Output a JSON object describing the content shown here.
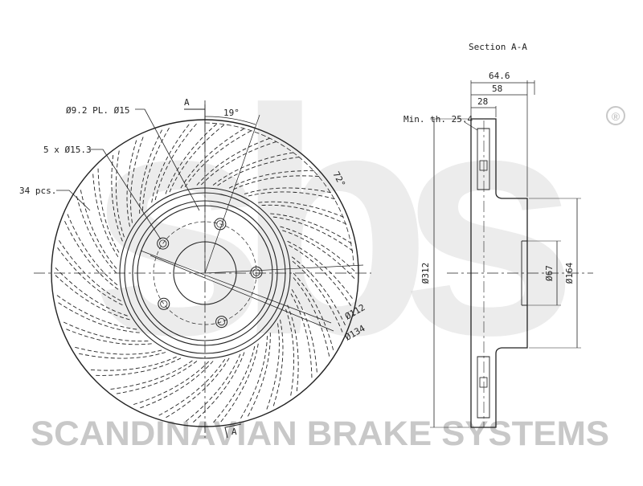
{
  "watermark": {
    "brand": "sbs",
    "registered": "®",
    "tagline": "SCANDINAVIAN BRAKE SYSTEMS",
    "color": "#c8c8c8"
  },
  "front_view": {
    "bolt_holes_label": "Ø9.2 PL. Ø15",
    "wheel_holes_label": "5 x Ø15.3",
    "vanes_label": "34 pcs.",
    "angle_small_label": "19°",
    "angle_large_label": "72°",
    "section_mark": "A",
    "pcd_label": "Ø112",
    "hub_diameter_label": "Ø134",
    "vane_count": 34,
    "hole_count": 5
  },
  "section_view": {
    "title": "Section A-A",
    "overall_height_label": "64.6",
    "hat_height_label": "58",
    "thickness_label": "28",
    "min_thickness_label": "Min. th. 25.4",
    "outer_diameter_label": "Ø312",
    "center_bore_label": "Ø67",
    "hat_diameter_label": "Ø164"
  },
  "colors": {
    "line": "#222222",
    "center_line": "#444444"
  }
}
